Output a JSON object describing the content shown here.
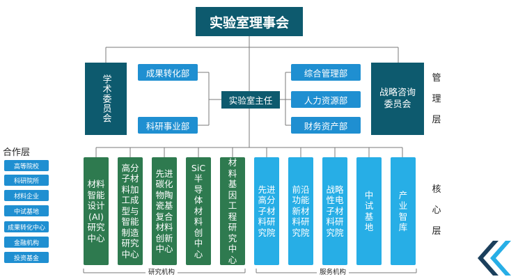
{
  "council": "实验室理事会",
  "director": "实验室主任",
  "left_departments": [
    "成果转化部",
    "科研事业部"
  ],
  "right_departments": [
    "综合管理部",
    "人力资源部",
    "财务资产部"
  ],
  "academic_committee": "学术委员会",
  "strategy_committee": "战略咨询委员会",
  "layers": {
    "management": "管\n理\n层",
    "core": "核\n心\n层",
    "cooperation": "合作层"
  },
  "research_label": "研究机构",
  "service_label": "服务机构",
  "research_institutes": [
    "材料\n智能\n设计\n(AI)\n研究\n中心",
    "高分\n子材\n料加\n工成\n型与\n智能\n制造\n研究\n中心",
    "先进\n碳化\n物陶\n瓷基\n复合\n材料\n创新\n中心",
    "SiC\n半\n导\n体\n材\n料\n创\n中\n心",
    "材\n料\n基\n因\n工\n程\n研\n究\n中\n心"
  ],
  "service_institutes": [
    "先进\n高分\n子材\n料研\n究院",
    "前沿\n功能\n新材\n料研\n究院",
    "战略\n性电\n子材\n料研\n究院",
    "中\n试\n基\n地",
    "产\n业\n智\n库"
  ],
  "partners": [
    "高等院校",
    "科研院所",
    "材料企业",
    "中试基地",
    "成果转化中心",
    "金融机构",
    "投资基金"
  ],
  "colors": {
    "navy": "#0d5a6e",
    "blue": "#1f8fd1",
    "green": "#2e7a4f",
    "cyan": "#27aee6",
    "line": "#7a7a7a"
  },
  "decoration": "double-chevron-left-icon"
}
